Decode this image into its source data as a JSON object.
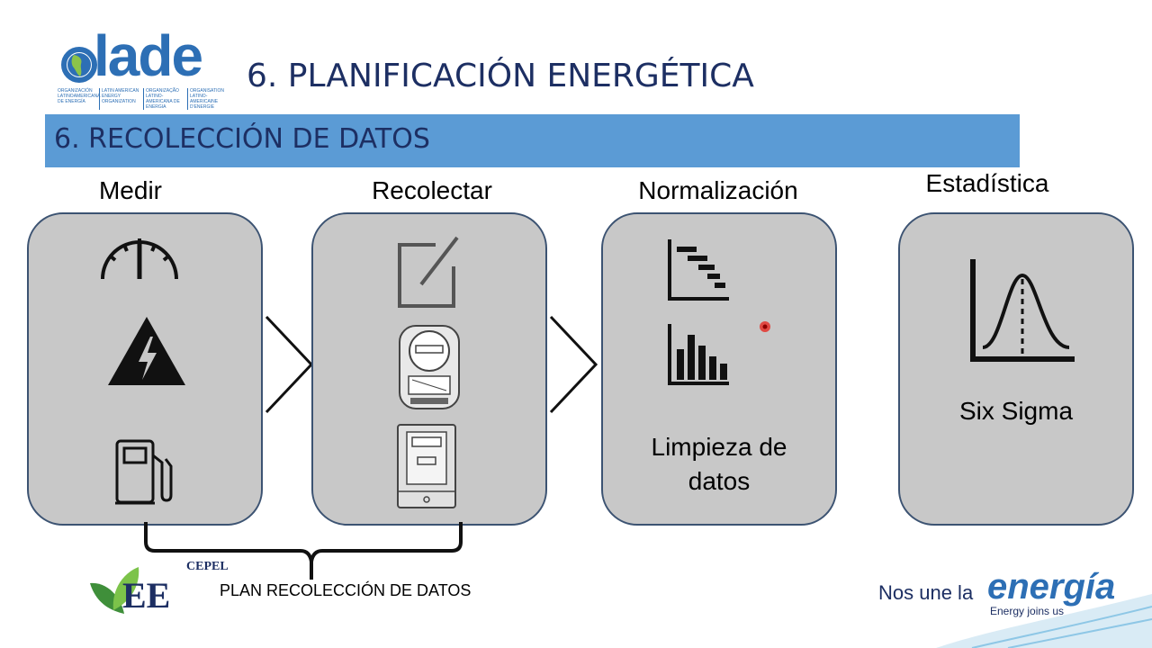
{
  "logo": {
    "word": "olade",
    "sub": [
      "ORGANIZACIÓN LATINOAMERICANA DE ENERGÍA",
      "LATIN AMERICAN ENERGY ORGANIZATION",
      "ORGANIZAÇÃO LATINO-AMERICANA DE ENERGIA",
      "ORGANISATION LATINO-AMERICAINE D'ENERGIE"
    ]
  },
  "title": "6. PLANIFICACIÓN ENERGÉTICA",
  "section": "6. RECOLECCIÓN DE DATOS",
  "columns": [
    {
      "title": "Medir",
      "icons": [
        "gauge-icon",
        "high-voltage-icon",
        "fuel-pump-icon"
      ]
    },
    {
      "title": "Recolectar",
      "icons": [
        "edit-icon",
        "energy-meter-icon",
        "digital-meter-icon"
      ]
    },
    {
      "title": "Normalización",
      "icons": [
        "sorted-bars-icon",
        "bar-chart-icon"
      ],
      "text": "Limpieza de datos",
      "text_lines": [
        "Limpieza de",
        "datos"
      ]
    },
    {
      "title": "Estadística",
      "icons": [
        "normal-distribution-icon"
      ],
      "text": "Six Sigma"
    }
  ],
  "footer": {
    "plan_label": "PLAN RECOLECCIÓN DE DATOS",
    "cepel": "CEPEL",
    "ee_logo": "EE",
    "slogan_prefix": "Nos une la",
    "slogan_brand": "energía",
    "slogan_en": "Energy joins us"
  },
  "colors": {
    "banner": "#5b9bd5",
    "card": "#c8c8c8",
    "card_border": "#3c5372",
    "title": "#1d2f63",
    "brand": "#2d6fb5"
  }
}
